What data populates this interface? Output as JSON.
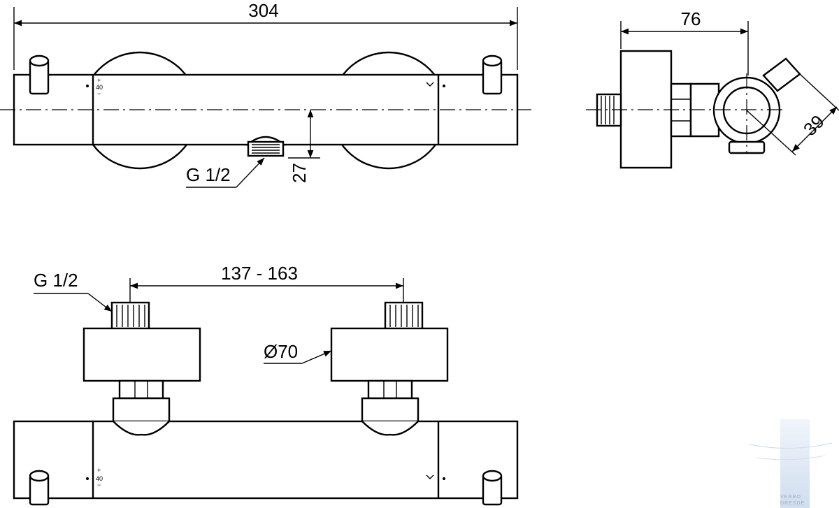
{
  "dimensions": {
    "overall_length": "304",
    "depth": "76",
    "handle_offset": "39",
    "outlet_height": "27",
    "inlet_spacing": "137 - 163",
    "escutcheon_diameter": "Ø70",
    "outlet_thread": "G 1/2",
    "inlet_thread": "G 1/2"
  },
  "knob_markings": {
    "plus": "+",
    "temp": "40",
    "minus": "−"
  },
  "colors": {
    "line": "#000000",
    "watermark": "#c9d8ea"
  }
}
